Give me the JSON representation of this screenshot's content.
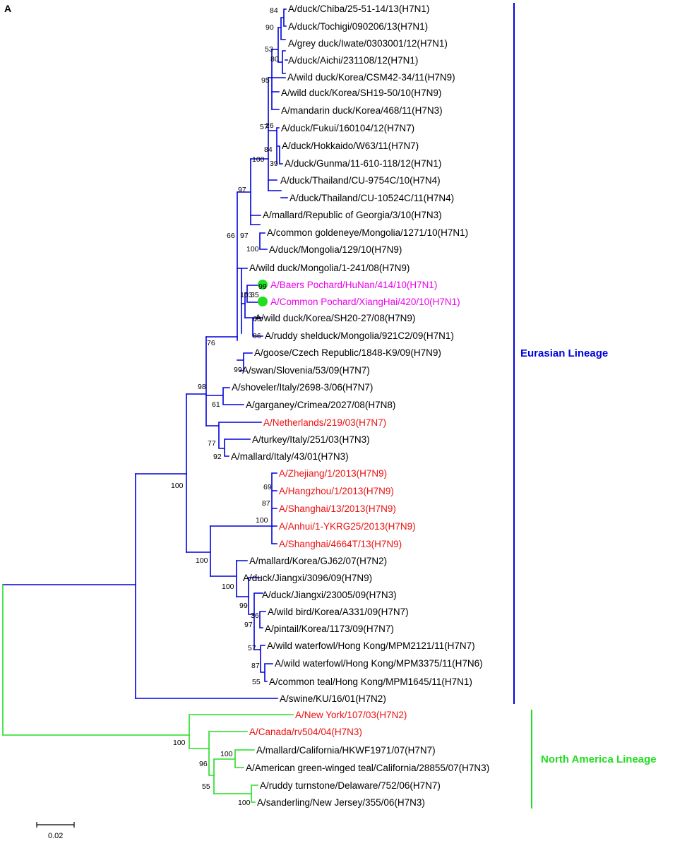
{
  "panel_label": "A",
  "colors": {
    "eurasian": "#0000dd",
    "north_america": "#22dd22",
    "highlight_magenta": "#ee00ee",
    "highlight_red": "#ee1111",
    "default_text": "#000000",
    "marker": "#22dd22"
  },
  "lineages": [
    {
      "name": "Eurasian Lineage",
      "color": "#0000dd"
    },
    {
      "name": "North America Lineage",
      "color": "#22dd22"
    }
  ],
  "scale_bar": {
    "label": "0.02"
  },
  "leaves": [
    {
      "label": "A/duck/Chiba/25-51-14/13(H7N1)",
      "color": "#000000"
    },
    {
      "label": "A/duck/Tochigi/090206/13(H7N1)",
      "color": "#000000"
    },
    {
      "label": "A/grey duck/Iwate/0303001/12(H7N1)",
      "color": "#000000"
    },
    {
      "label": "A/duck/Aichi/231108/12(H7N1)",
      "color": "#000000"
    },
    {
      "label": "A/wild duck/Korea/CSM42-34/11(H7N9)",
      "color": "#000000"
    },
    {
      "label": "A/wild duck/Korea/SH19-50/10(H7N9)",
      "color": "#000000"
    },
    {
      "label": "A/mandarin duck/Korea/468/11(H7N3)",
      "color": "#000000"
    },
    {
      "label": "A/duck/Fukui/160104/12(H7N7)",
      "color": "#000000"
    },
    {
      "label": "A/duck/Hokkaido/W63/11(H7N7)",
      "color": "#000000"
    },
    {
      "label": "A/duck/Gunma/11-610-118/12(H7N1)",
      "color": "#000000"
    },
    {
      "label": "A/duck/Thailand/CU-9754C/10(H7N4)",
      "color": "#000000"
    },
    {
      "label": "A/duck/Thailand/CU-10524C/11(H7N4)",
      "color": "#000000"
    },
    {
      "label": "A/mallard/Republic of Georgia/3/10(H7N3)",
      "color": "#000000"
    },
    {
      "label": "A/common goldeneye/Mongolia/1271/10(H7N1)",
      "color": "#000000"
    },
    {
      "label": "A/duck/Mongolia/129/10(H7N9)",
      "color": "#000000"
    },
    {
      "label": "A/wild duck/Mongolia/1-241/08(H7N9)",
      "color": "#000000"
    },
    {
      "label": "A/Baers Pochard/HuNan/414/10(H7N1)",
      "color": "#ee00ee",
      "marker": true
    },
    {
      "label": "A/Common Pochard/XiangHai/420/10(H7N1)",
      "color": "#ee00ee",
      "marker": true
    },
    {
      "label": "A/wild duck/Korea/SH20-27/08(H7N9)",
      "color": "#000000"
    },
    {
      "label": "A/ruddy shelduck/Mongolia/921C2/09(H7N1)",
      "color": "#000000"
    },
    {
      "label": "A/goose/Czech Republic/1848-K9/09(H7N9)",
      "color": "#000000"
    },
    {
      "label": "A/swan/Slovenia/53/09(H7N7)",
      "color": "#000000"
    },
    {
      "label": "A/shoveler/Italy/2698-3/06(H7N7)",
      "color": "#000000"
    },
    {
      "label": "A/garganey/Crimea/2027/08(H7N8)",
      "color": "#000000"
    },
    {
      "label": "A/Netherlands/219/03(H7N7)",
      "color": "#ee1111"
    },
    {
      "label": "A/turkey/Italy/251/03(H7N3)",
      "color": "#000000"
    },
    {
      "label": "A/mallard/Italy/43/01(H7N3)",
      "color": "#000000"
    },
    {
      "label": "A/Zhejiang/1/2013(H7N9)",
      "color": "#ee1111"
    },
    {
      "label": "A/Hangzhou/1/2013(H7N9)",
      "color": "#ee1111"
    },
    {
      "label": "A/Shanghai/13/2013(H7N9)",
      "color": "#ee1111"
    },
    {
      "label": "A/Anhui/1-YKRG25/2013(H7N9)",
      "color": "#ee1111"
    },
    {
      "label": "A/Shanghai/4664T/13(H7N9)",
      "color": "#ee1111"
    },
    {
      "label": "A/mallard/Korea/GJ62/07(H7N2)",
      "color": "#000000"
    },
    {
      "label": "A/duck/Jiangxi/3096/09(H7N9)",
      "color": "#000000"
    },
    {
      "label": "A/duck/Jiangxi/23005/09(H7N3)",
      "color": "#000000"
    },
    {
      "label": "A/wild bird/Korea/A331/09(H7N7)",
      "color": "#000000"
    },
    {
      "label": "A/pintail/Korea/1173/09(H7N7)",
      "color": "#000000"
    },
    {
      "label": "A/wild waterfowl/Hong Kong/MPM2121/11(H7N7)",
      "color": "#000000"
    },
    {
      "label": "A/wild waterfowl/Hong Kong/MPM3375/11(H7N6)",
      "color": "#000000"
    },
    {
      "label": "A/common teal/Hong Kong/MPM1645/11(H7N1)",
      "color": "#000000"
    },
    {
      "label": "A/swine/KU/16/01(H7N2)",
      "color": "#000000"
    },
    {
      "label": "A/New York/107/03(H7N2)",
      "color": "#ee1111"
    },
    {
      "label": "A/Canada/rv504/04(H7N3)",
      "color": "#ee1111"
    },
    {
      "label": "A/mallard/California/HKWF1971/07(H7N7)",
      "color": "#000000"
    },
    {
      "label": "A/American green-winged teal/California/28855/07(H7N3)",
      "color": "#000000"
    },
    {
      "label": "A/ruddy turnstone/Delaware/752/06(H7N7)",
      "color": "#000000"
    },
    {
      "label": "A/sanderling/New Jersey/355/06(H7N3)",
      "color": "#000000"
    }
  ],
  "bootstrap_values": [
    "84",
    "90",
    "53",
    "80",
    "95",
    "57",
    "26",
    "84",
    "39",
    "100",
    "97",
    "66",
    "97",
    "100",
    "99",
    "35",
    "103",
    "60",
    "86",
    "76",
    "99",
    "98",
    "61",
    "77",
    "92",
    "100",
    "69",
    "87",
    "100",
    "100",
    "100",
    "99",
    "36",
    "97",
    "57",
    "87",
    "55",
    "100",
    "100",
    "96",
    "55",
    "100"
  ]
}
